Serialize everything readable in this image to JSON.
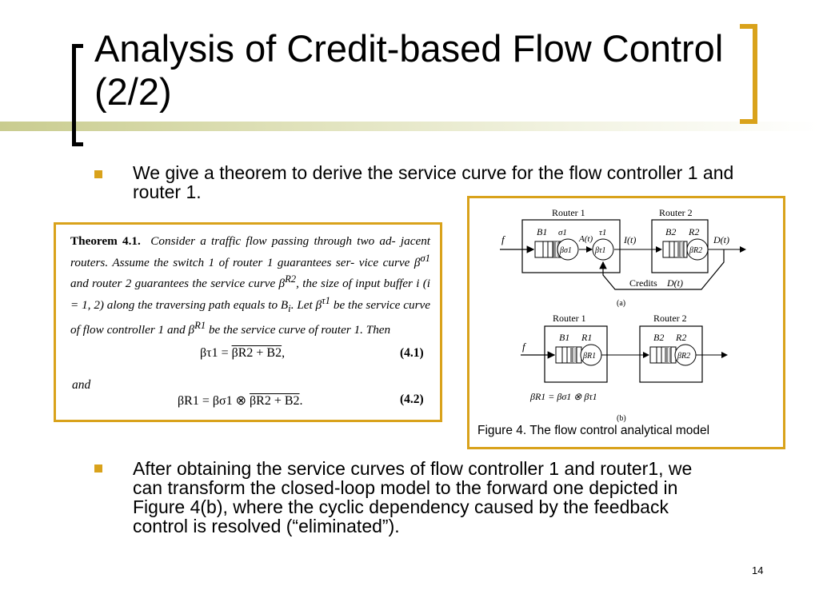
{
  "slide": {
    "title": "Analysis of Credit-based Flow Control (2/2)",
    "bullets": [
      "We give a theorem to derive the service curve for the flow controller 1 and router 1.",
      "After obtaining the service curves of flow controller 1 and router1, we can transform the closed-loop model to the forward one depicted in Figure 4(b), where the cyclic dependency caused by the feedback control is resolved (“eliminated”)."
    ],
    "page_number": "14"
  },
  "theorem": {
    "label": "Theorem 4.1.",
    "line1": "Consider a traffic flow passing through two ad-",
    "line2": "jacent routers. Assume the switch 1 of router 1 guarantees ser-",
    "line3a": "vice curve β",
    "line3sup1": "σ1",
    "line3b": " and router 2 guarantees the service curve β",
    "line3sup2": "R2",
    "line3c": ",",
    "line4": "the size of input buffer i (i = 1, 2) along the traversing path",
    "line5a": "equals to B",
    "line5sub": "i",
    "line5b": ". Let β",
    "line5sup": "τ1",
    "line5c": " be the service curve of flow controller 1",
    "line6a": "and β",
    "line6sup": "R1",
    "line6b": " be the service curve of router 1. Then",
    "eq1_lhs": "βτ1 =",
    "eq1_rhs": "βR2 + B2",
    "eq1_num": "(4.1)",
    "and_word": "and",
    "eq2_lhs": "βR1 = βσ1 ⊗",
    "eq2_rhs": "βR2 + B2",
    "eq2_num": "(4.2)"
  },
  "figure": {
    "caption": "Figure 4. The flow control analytical model",
    "a": {
      "router1": "Router 1",
      "router2": "Router 2",
      "f": "f",
      "B1": "B1",
      "sigma1": "σ1",
      "At": "A(t)",
      "tau1": "τ1",
      "It": "I(t)",
      "B2": "B2",
      "R2": "R2",
      "Dt": "D(t)",
      "credits": "Credits",
      "credits_dt": "D(t)",
      "label": "(a)"
    },
    "b": {
      "router1": "Router 1",
      "router2": "Router 2",
      "f": "f",
      "B1": "B1",
      "R1": "R1",
      "B2": "B2",
      "R2": "R2",
      "formula": "βR1 = βσ1 ⊗ βτ1",
      "label": "(b)"
    }
  }
}
